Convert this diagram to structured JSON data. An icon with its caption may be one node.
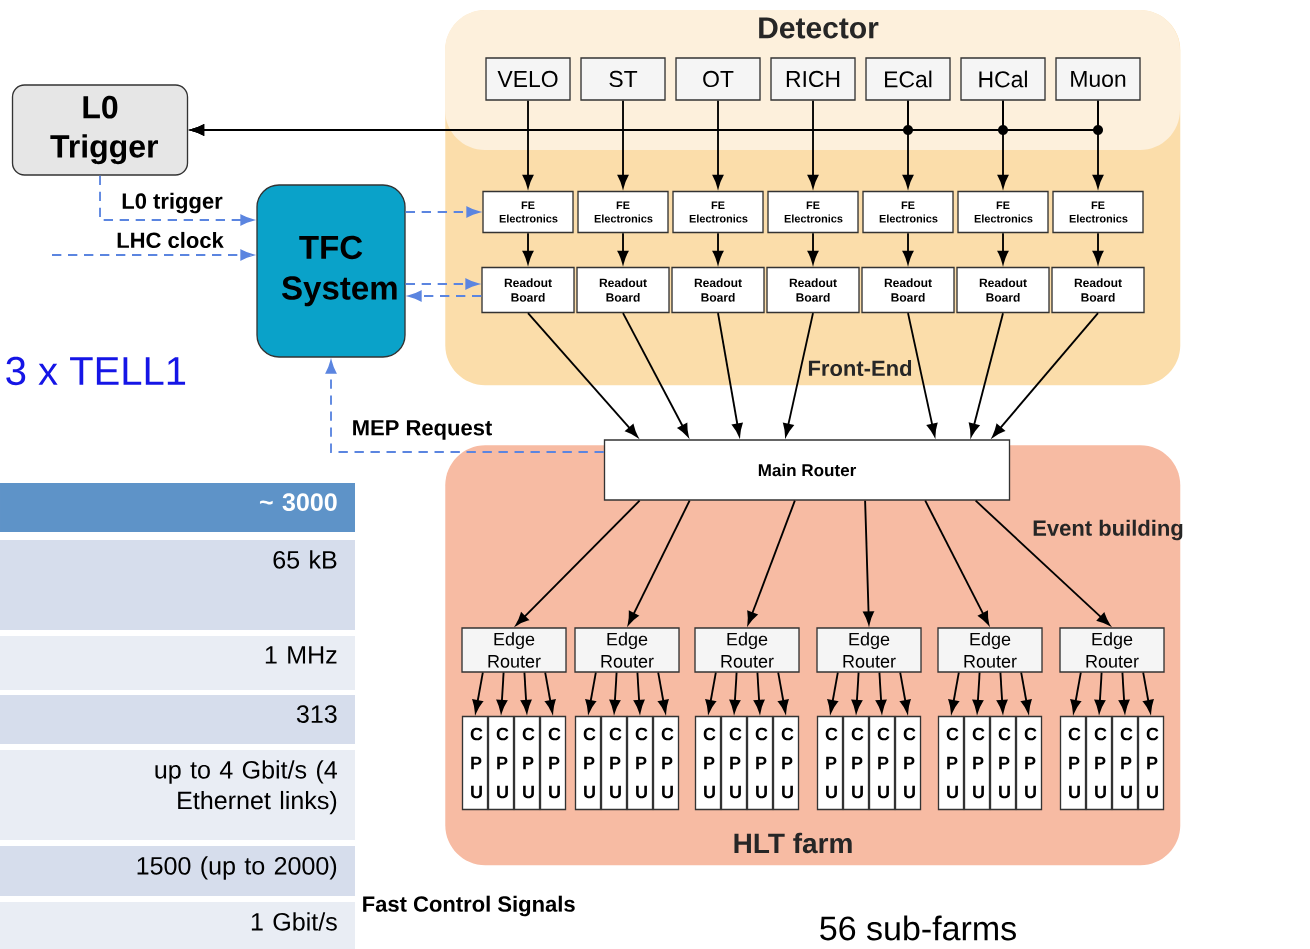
{
  "diagram": {
    "nodes": [
      {
        "text": [
          "Detector",
          "Front-End"
        ]
      },
      {
        "text": [
          "VELO"
        ],
        "in": 0
      },
      {
        "text": [
          "ST"
        ],
        "in": 0
      },
      {
        "text": [
          "OT"
        ],
        "in": 0
      },
      {
        "text": [
          "RICH"
        ],
        "in": 0
      },
      {
        "text": [
          "ECal"
        ],
        "in": 0
      },
      {
        "text": [
          "HCal"
        ],
        "in": 0
      },
      {
        "text": [
          "Muon"
        ],
        "in": 0
      },
      {
        "text": [
          "FE Electronics"
        ],
        "in": 0
      },
      {
        "text": [
          "FE Electronics"
        ],
        "in": 0
      },
      {
        "text": [
          "FE Electronics"
        ],
        "in": 0
      },
      {
        "text": [
          "FE Electronics"
        ],
        "in": 0
      },
      {
        "text": [
          "FE Electronics"
        ],
        "in": 0
      },
      {
        "text": [
          "FE Electronics"
        ],
        "in": 0
      },
      {
        "text": [
          "FE Electronics"
        ],
        "in": 0
      },
      {
        "text": [
          "Readout Board"
        ],
        "in": 0
      },
      {
        "text": [
          "Readout Board"
        ],
        "in": 0
      },
      {
        "text": [
          "Readout Board"
        ],
        "in": 0
      },
      {
        "text": [
          "Readout Board"
        ],
        "in": 0
      },
      {
        "text": [
          "Readout Board"
        ],
        "in": 0
      },
      {
        "text": [
          "Readout Board"
        ],
        "in": 0
      },
      {
        "text": [
          "Readout Board"
        ],
        "in": 0
      },
      {
        "text": [
          "Event building",
          "HLT farm"
        ]
      },
      {
        "text": [
          "Main Router"
        ]
      },
      {
        "text": [
          "Edge Router"
        ],
        "in": 22
      },
      {
        "text": [
          "Edge Router"
        ],
        "in": 22
      },
      {
        "text": [
          "Edge Router"
        ],
        "in": 22
      },
      {
        "text": [
          "Edge Router"
        ],
        "in": 22
      },
      {
        "text": [
          "Edge Router"
        ],
        "in": 22
      },
      {
        "text": [
          "Edge Router"
        ],
        "in": 22
      },
      {
        "text": [
          "C P U"
        ],
        "in": 22
      },
      {
        "text": [
          "C P U"
        ],
        "in": 22
      },
      {
        "text": [
          "C P U"
        ],
        "in": 22
      },
      {
        "text": [
          "C P U"
        ],
        "in": 22
      },
      {
        "text": [
          "C P U"
        ],
        "in": 22
      },
      {
        "text": [
          "C P U"
        ],
        "in": 22
      },
      {
        "text": [
          "C P U"
        ],
        "in": 22
      },
      {
        "text": [
          "C P U"
        ],
        "in": 22
      },
      {
        "text": [
          "C P U"
        ],
        "in": 22
      },
      {
        "text": [
          "C P U"
        ],
        "in": 22
      },
      {
        "text": [
          "C P U"
        ],
        "in": 22
      },
      {
        "text": [
          "C P U"
        ],
        "in": 22
      },
      {
        "text": [
          "C P U"
        ],
        "in": 22
      },
      {
        "text": [
          "C P U"
        ],
        "in": 22
      },
      {
        "text": [
          "C P U"
        ],
        "in": 22
      },
      {
        "text": [
          "C P U"
        ],
        "in": 22
      },
      {
        "text": [
          "C P U"
        ],
        "in": 22
      },
      {
        "text": [
          "C P U"
        ],
        "in": 22
      },
      {
        "text": [
          "C P U"
        ],
        "in": 22
      },
      {
        "text": [
          "C P U"
        ],
        "in": 22
      },
      {
        "text": [
          "C P U"
        ],
        "in": 22
      },
      {
        "text": [
          "C P U"
        ],
        "in": 22
      },
      {
        "text": [
          "C P U"
        ],
        "in": 22
      },
      {
        "text": [
          "C P U"
        ],
        "in": 22
      },
      {
        "text": [
          "L0 Trigger"
        ]
      },
      {
        "text": [
          "TFC System"
        ]
      }
    ],
    "edges": [
      {
        "from": 1,
        "to": 8,
        "arrow": "to"
      },
      {
        "from": 2,
        "to": 9,
        "arrow": "to"
      },
      {
        "from": 3,
        "to": 10,
        "arrow": "to"
      },
      {
        "from": 4,
        "to": 11,
        "arrow": "to"
      },
      {
        "from": 5,
        "to": 12,
        "arrow": "to"
      },
      {
        "from": 6,
        "to": 13,
        "arrow": "to"
      },
      {
        "from": 7,
        "to": 14,
        "arrow": "to"
      },
      {
        "from": 8,
        "to": 15,
        "arrow": "to"
      },
      {
        "from": 9,
        "to": 16,
        "arrow": "to"
      },
      {
        "from": 10,
        "to": 17,
        "arrow": "to"
      },
      {
        "from": 11,
        "to": 18,
        "arrow": "to"
      },
      {
        "from": 12,
        "to": 19,
        "arrow": "to"
      },
      {
        "from": 13,
        "to": 20,
        "arrow": "to"
      },
      {
        "from": 14,
        "to": 21,
        "arrow": "to"
      },
      {
        "from": 15,
        "to": 23,
        "arrow": "to"
      },
      {
        "from": 16,
        "to": 23,
        "arrow": "to"
      },
      {
        "from": 17,
        "to": 23,
        "arrow": "to"
      },
      {
        "from": 18,
        "to": 23,
        "arrow": "to"
      },
      {
        "from": 19,
        "to": 23,
        "arrow": "to"
      },
      {
        "from": 20,
        "to": 23,
        "arrow": "to"
      },
      {
        "from": 21,
        "to": 23,
        "arrow": "to"
      },
      {
        "from": 23,
        "to": 24,
        "arrow": "to"
      },
      {
        "from": 23,
        "to": 25,
        "arrow": "to"
      },
      {
        "from": 23,
        "to": 26,
        "arrow": "to"
      },
      {
        "from": 23,
        "to": 27,
        "arrow": "to"
      },
      {
        "from": 23,
        "to": 28,
        "arrow": "to"
      },
      {
        "from": 23,
        "to": 29,
        "arrow": "to"
      },
      {
        "from": 24,
        "to": 30,
        "arrow": "to"
      },
      {
        "from": 24,
        "to": 31,
        "arrow": "to"
      },
      {
        "from": 24,
        "to": 32,
        "arrow": "to"
      },
      {
        "from": 24,
        "to": 33,
        "arrow": "to"
      },
      {
        "from": 25,
        "to": 34,
        "arrow": "to"
      },
      {
        "from": 25,
        "to": 35,
        "arrow": "to"
      },
      {
        "from": 25,
        "to": 36,
        "arrow": "to"
      },
      {
        "from": 25,
        "to": 37,
        "arrow": "to"
      },
      {
        "from": 26,
        "to": 38,
        "arrow": "to"
      },
      {
        "from": 26,
        "to": 39,
        "arrow": "to"
      },
      {
        "from": 26,
        "to": 40,
        "arrow": "to"
      },
      {
        "from": 26,
        "to": 41,
        "arrow": "to"
      },
      {
        "from": 27,
        "to": 42,
        "arrow": "to"
      },
      {
        "from": 27,
        "to": 43,
        "arrow": "to"
      },
      {
        "from": 27,
        "to": 44,
        "arrow": "to"
      },
      {
        "from": 27,
        "to": 45,
        "arrow": "to"
      },
      {
        "from": 28,
        "to": 46,
        "arrow": "to"
      },
      {
        "from": 28,
        "to": 47,
        "arrow": "to"
      },
      {
        "from": 28,
        "to": 48,
        "arrow": "to"
      },
      {
        "from": 28,
        "to": 49,
        "arrow": "to"
      },
      {
        "from": 29,
        "to": 50,
        "arrow": "to"
      },
      {
        "from": 29,
        "to": 51,
        "arrow": "to"
      },
      {
        "from": 29,
        "to": 52,
        "arrow": "to"
      },
      {
        "from": 29,
        "to": 53,
        "arrow": "to"
      },
      {
        "from": 5,
        "to": 54,
        "arrow": "to"
      },
      {
        "from": 6,
        "to": 54,
        "arrow": "to"
      },
      {
        "from": 7,
        "to": 54,
        "arrow": "to"
      },
      {
        "from": 54,
        "to": 55,
        "arrow": "to",
        "label": "L0 trigger",
        "style": "dashed",
        "color": "#5b85e0"
      },
      {
        "from": null,
        "to": 55,
        "arrow": "to",
        "label": "LHC clock",
        "style": "dashed",
        "color": "#5b85e0"
      },
      {
        "from": 55,
        "to": 8,
        "arrow": "to",
        "style": "dashed",
        "color": "#5b85e0"
      },
      {
        "from": 55,
        "to": 15,
        "arrow": "to",
        "style": "dashed",
        "color": "#5b85e0"
      },
      {
        "from": 15,
        "to": 55,
        "arrow": "to",
        "style": "dashed",
        "color": "#5b85e0"
      },
      {
        "from": 23,
        "to": 55,
        "arrow": "to",
        "label": "MEP Request",
        "style": "dashed",
        "color": "#5b85e0"
      }
    ],
    "labels": [
      "3 x TELL1",
      "~ 3000",
      "65 kB",
      "1 MHz",
      "313",
      "up to 4 Gbit/s (4 Ethernet links)",
      "1500 (up to 2000)",
      "1 Gbit/s",
      "Fast Control Signals",
      "56 sub-farms"
    ]
  }
}
